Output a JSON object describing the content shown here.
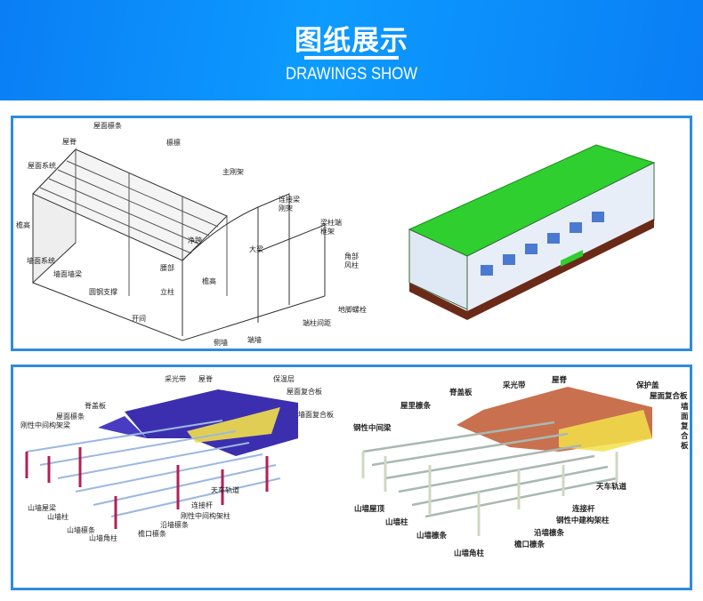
{
  "header": {
    "title": "图纸展示",
    "subtitle": "DRAWINGS SHOW"
  },
  "colors": {
    "header_blue": "#0a8ef8",
    "panel_border": "#2f8be0",
    "roof_purple": "#3b2fb0",
    "roof_terracotta": "#c9704e",
    "roof_green": "#2fcf2f",
    "insulation_yellow": "#f3e04a",
    "frame_red": "#b0205a"
  },
  "drawing1": {
    "labels": [
      "屋面檩条",
      "屋脊",
      "檩檩",
      "屋面系统",
      "主刚架",
      "连接梁",
      "刚架",
      "梁柱端",
      "框架",
      "净跨",
      "大梁",
      "檐高",
      "墙面系统",
      "墙面墙梁",
      "腰部",
      "角部",
      "风柱",
      "立柱",
      "檐高",
      "圆钢支撑",
      "开间",
      "地脚螺栓",
      "侧墙",
      "端墙",
      "端柱间距"
    ]
  },
  "drawing3": {
    "labels": [
      "采光带",
      "屋脊",
      "保温层",
      "屋面复合板",
      "脊盖板",
      "墙面复合板",
      "屋面檩条",
      "刚性中间构架梁",
      "天车轨道",
      "山墙屋梁",
      "连接杆",
      "山墙柱",
      "刚性中间构架柱",
      "山墙檩条",
      "沿墙檩条",
      "山墙角柱",
      "檐口檩条"
    ]
  },
  "drawing4": {
    "labels": [
      "屋脊",
      "采光带",
      "保护盖",
      "脊盖板",
      "屋面复合板",
      "屋里檩条",
      "墙面复合板",
      "钢性中间梁",
      "天车轨道",
      "山墙屋顶",
      "连接杆",
      "山墙柱",
      "钢性中建构架柱",
      "山墙檩条",
      "沿墙檩条",
      "檐口檩条",
      "山墙角柱"
    ]
  }
}
